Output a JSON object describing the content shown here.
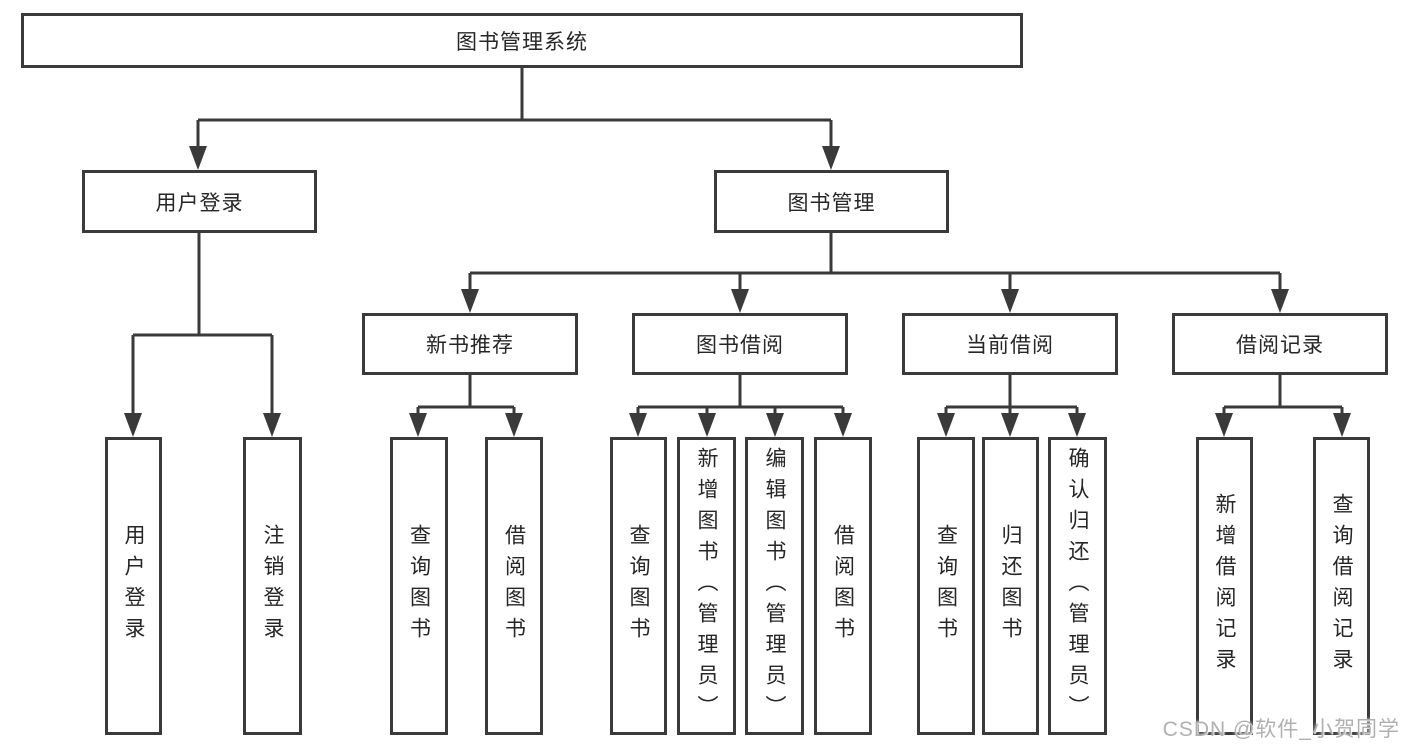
{
  "diagram": {
    "title": "图书管理系统",
    "colors": {
      "line": "#3a3a3a",
      "text": "#262626",
      "box_background": "#ffffff",
      "watermark": "#b0b0b0"
    }
  },
  "tree": {
    "label": "图书管理系统",
    "children": [
      {
        "label": "用户登录",
        "children": [
          {
            "label": "用户登录"
          },
          {
            "label": "注销登录"
          }
        ]
      },
      {
        "label": "图书管理",
        "children": [
          {
            "label": "新书推荐",
            "children": [
              {
                "label": "查询图书"
              },
              {
                "label": "借阅图书"
              }
            ]
          },
          {
            "label": "图书借阅",
            "children": [
              {
                "label": "查询图书"
              },
              {
                "label": "新增图书（管理员）"
              },
              {
                "label": "编辑图书（管理员）"
              },
              {
                "label": "借阅图书"
              }
            ]
          },
          {
            "label": "当前借阅",
            "children": [
              {
                "label": "查询图书"
              },
              {
                "label": "归还图书"
              },
              {
                "label": "确认归还（管理员）"
              }
            ]
          },
          {
            "label": "借阅记录",
            "children": [
              {
                "label": "新增借阅记录"
              },
              {
                "label": "查询借阅记录"
              }
            ]
          }
        ]
      }
    ]
  },
  "watermark": {
    "text": "CSDN @软件_小贺同学"
  }
}
